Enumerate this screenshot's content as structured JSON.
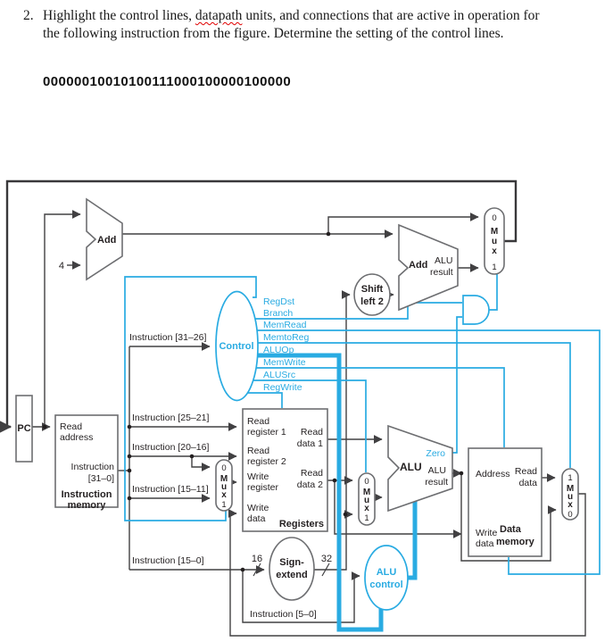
{
  "question": {
    "number": "2.",
    "line1_before": "Highlight the control lines, ",
    "line1_misspelled": "datapath",
    "line1_after": " units, and connections that are active in operation for",
    "line2": "the following instruction from the figure. Determine the setting of the control lines.",
    "instruction_binary": "00000010010100111000100000100000"
  },
  "colors": {
    "control_blue": "#29ABE2",
    "wire_black": "#414042"
  },
  "figure": {
    "control": {
      "label": "Control",
      "input": "Instruction [31–26]",
      "signals": [
        "RegDst",
        "Branch",
        "MemRead",
        "MemtoReg",
        "ALUOp",
        "MemWrite",
        "ALUSrc",
        "RegWrite"
      ]
    },
    "pc": "PC",
    "pc_adder": {
      "label": "Add",
      "increment": "4"
    },
    "branch_adder": {
      "label": "Add",
      "result_line1": "ALU",
      "result_line2": "result"
    },
    "shift": {
      "line1": "Shift",
      "line2": "left 2"
    },
    "imem": {
      "port_read_address": [
        "Read",
        "address"
      ],
      "port_instruction": [
        "Instruction",
        "[31–0]"
      ],
      "title": [
        "Instruction",
        "memory"
      ]
    },
    "instr_fields": {
      "bits_25_21": "Instruction [25–21]",
      "bits_20_16": "Instruction [20–16]",
      "bits_15_11": "Instruction [15–11]",
      "bits_15_0": "Instruction [15–0]",
      "bits_5_0": "Instruction [5–0]"
    },
    "registers": {
      "read_reg1": [
        "Read",
        "register 1"
      ],
      "read_reg2": [
        "Read",
        "register 2"
      ],
      "write_reg": [
        "Write",
        "register"
      ],
      "write_data": [
        "Write",
        "data"
      ],
      "read_data1": [
        "Read",
        "data 1"
      ],
      "read_data2": [
        "Read",
        "data 2"
      ],
      "title": "Registers"
    },
    "sign_extend": {
      "line1": "Sign-",
      "line2": "extend",
      "in_bits": "16",
      "out_bits": "32"
    },
    "alu": {
      "label": "ALU",
      "zero": "Zero",
      "result_line1": "ALU",
      "result_line2": "result"
    },
    "alu_control": {
      "line1": "ALU",
      "line2": "control"
    },
    "dmem": {
      "port_address": "Address",
      "port_read_data": [
        "Read",
        "data"
      ],
      "port_write_data": [
        "Write",
        "data"
      ],
      "title": [
        "Data",
        "memory"
      ]
    },
    "mux": {
      "m": "M",
      "u": "u",
      "x": "x",
      "in0": "0",
      "in1": "1"
    }
  }
}
